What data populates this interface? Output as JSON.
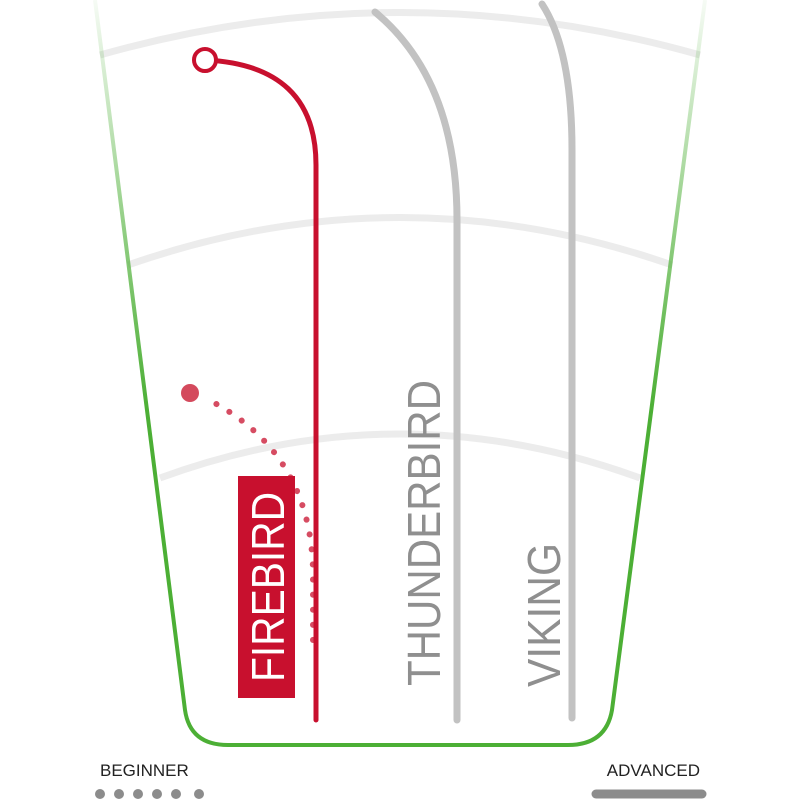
{
  "discs": [
    {
      "name": "FIREBIRD",
      "highlighted": true,
      "color": "#c8102e"
    },
    {
      "name": "THUNDERBIRD",
      "highlighted": false,
      "color": "#a6a6a6"
    },
    {
      "name": "VIKING",
      "highlighted": false,
      "color": "#a6a6a6"
    }
  ],
  "scale": {
    "start_label": "BEGINNER",
    "end_label": "ADVANCED"
  },
  "colors": {
    "frame": "#4caf35",
    "arcs": "#ececec",
    "highlight": "#c8102e",
    "inactive": "#c2c2c2",
    "label_box": "#c8102e"
  }
}
